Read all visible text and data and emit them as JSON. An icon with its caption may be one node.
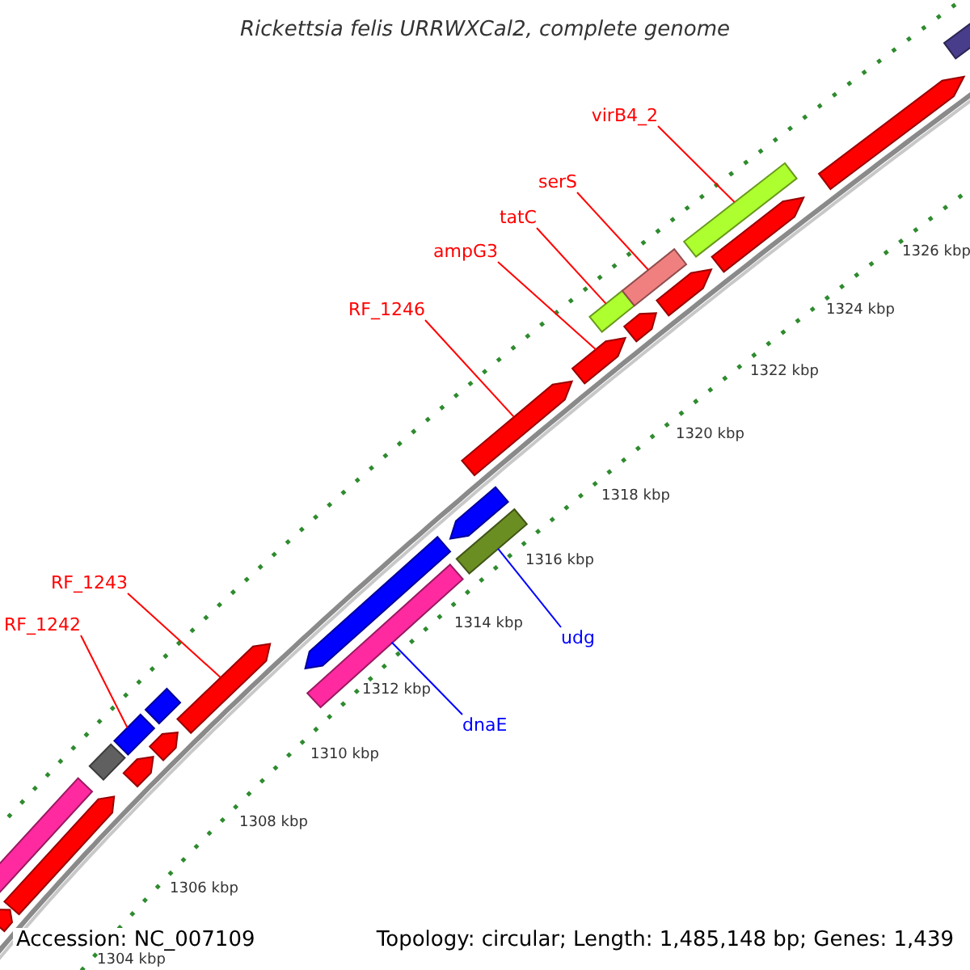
{
  "diagram": {
    "title": "Rickettsia felis URRWXCal2, complete genome",
    "nodes": [
      {
        "text": [
          "RF_1242"
        ]
      },
      {
        "text": [
          "RF_1243"
        ]
      },
      {
        "text": [
          "RF_1246"
        ]
      },
      {
        "text": [
          "ampG3"
        ]
      },
      {
        "text": [
          "tatC"
        ]
      },
      {
        "text": [
          "serS"
        ]
      },
      {
        "text": [
          "virB4_2"
        ]
      },
      {
        "text": [
          "udg"
        ]
      },
      {
        "text": [
          "dnaE"
        ]
      },
      {
        "text": [],
        "shape": "pentagon"
      },
      {
        "text": [],
        "shape": "box"
      },
      {
        "text": [],
        "shape": "pentagon"
      },
      {
        "text": [],
        "shape": "box"
      },
      {
        "text": [],
        "shape": "pentagon"
      },
      {
        "text": [],
        "shape": "box"
      },
      {
        "text": [],
        "shape": "pentagon"
      },
      {
        "text": [],
        "shape": "box"
      },
      {
        "text": [],
        "shape": "pentagon"
      },
      {
        "text": [],
        "shape": "box"
      },
      {
        "text": [],
        "shape": "pentagon"
      },
      {
        "text": [],
        "shape": "box"
      },
      {
        "text": [],
        "shape": "pentagon"
      },
      {
        "text": [],
        "shape": "pentagon"
      },
      {
        "text": [],
        "shape": "pentagon"
      },
      {
        "text": [],
        "shape": "pentagon"
      },
      {
        "text": [],
        "shape": "box"
      },
      {
        "text": [],
        "shape": "pentagon"
      },
      {
        "text": [],
        "shape": "box"
      },
      {
        "text": [],
        "shape": "pentagon"
      },
      {
        "text": [],
        "shape": "box"
      },
      {
        "text": [],
        "shape": "pentagon"
      },
      {
        "text": [],
        "shape": "box"
      }
    ],
    "edges": [
      {
        "from": 0,
        "to": 14,
        "arrow": "none"
      },
      {
        "from": 1,
        "to": 17,
        "arrow": "none"
      },
      {
        "from": 2,
        "to": 22,
        "arrow": "none"
      },
      {
        "from": 3,
        "to": 23,
        "arrow": "none"
      },
      {
        "from": 4,
        "to": 25,
        "arrow": "none"
      },
      {
        "from": 5,
        "to": 27,
        "arrow": "none"
      },
      {
        "from": 6,
        "to": 29,
        "arrow": "none"
      },
      {
        "from": 7,
        "to": 20,
        "arrow": "none",
        "color": "#0000ff"
      },
      {
        "from": 8,
        "to": 18,
        "arrow": "none",
        "color": "#0000ff"
      }
    ],
    "labels": [
      "1326 kbp",
      "1324 kbp",
      "1322 kbp",
      "1320 kbp",
      "1318 kbp",
      "1316 kbp",
      "1314 kbp",
      "1312 kbp",
      "1310 kbp",
      "1308 kbp",
      "1306 kbp",
      "1304 kbp",
      "Accession: NC_007109",
      "Topology: circular; Length: 1,485,148 bp; Genes: 1,439"
    ]
  }
}
